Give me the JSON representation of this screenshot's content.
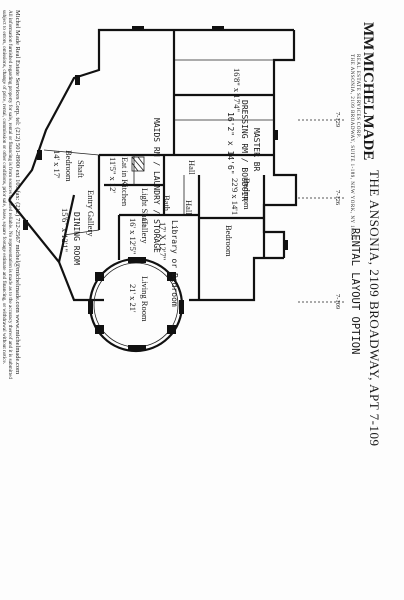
{
  "header": {
    "brand_name": "MICHELMADE",
    "brand_mark": "MM",
    "brand_line1": "REAL ESTATE SERVICES CORP.",
    "brand_line2": "THE ANSONIA, 2109 BROADWAY, SUITE 1-189, NEW YORK, NY 10023",
    "title": "THE ANSONIA, 2109 BROADWAY, APT 7-109",
    "subtitle": "RENTAL LAYOUT OPTION"
  },
  "rooms": {
    "living_room": {
      "name": "Living Room",
      "size": "21' x 21'"
    },
    "bedroom_top": {
      "name": "Bedroom",
      "size": "22'9 x 14'1"
    },
    "bedroom_small": {
      "name": "Bedroom"
    },
    "library": {
      "name": "Library or Bedroom",
      "size": "17' X 12'7\""
    },
    "room_left": {
      "size": "16'8\" x 17'4\""
    },
    "master_br": {
      "name": "MASTER BR",
      "alt": "DRESSING RM / BOUDOIR",
      "size": "16'2\" x 14'6\""
    },
    "hall": {
      "name": "Hall"
    },
    "hall2": {
      "name": "Hall"
    },
    "bath": {
      "name": "Bath"
    },
    "light_shaft": {
      "name": "Light Shaft"
    },
    "gallery": {
      "name": "Gallery",
      "size": "16' x 12'5\""
    },
    "eat_in_kitchen": {
      "name": "Eat in Kitchen",
      "size": "11'5\" x 12'"
    },
    "maids_room": {
      "name": "MAIDS RM / LAUNDRY / STORAGE"
    },
    "entry_gallery": {
      "name": "Entry Gallery"
    },
    "shaft": {
      "name": "Shaft"
    },
    "dining_room": {
      "name": "DINING ROOM",
      "size": "15'6\" x 12'1\""
    },
    "bedroom_bottom": {
      "name": "Bedroom",
      "size": "14' x 17'"
    }
  },
  "units": {
    "u129": "7-129",
    "u126": "7-126",
    "u109": "7-109"
  },
  "footer": {
    "contact": "Michel Made Real Estate Services Corp. tel: (212) 501-8900 ext 103  fax: (212) 712-2567  michel@michelmade.com  www.michelmade.com",
    "disclaimer_1": "All information furnished regarding property for sale, rental or financing is from sources deemed reliable. No representation is made as to the accuracy thereof and it is submitted",
    "disclaimer_2": "subject to errors, omissions, change of price, rental, commission or other conditions, prior sale, lease, square footage estimate and financing, or withdrawal without notice."
  },
  "colors": {
    "ink": "#111111",
    "paper": "#fdfdfd"
  }
}
